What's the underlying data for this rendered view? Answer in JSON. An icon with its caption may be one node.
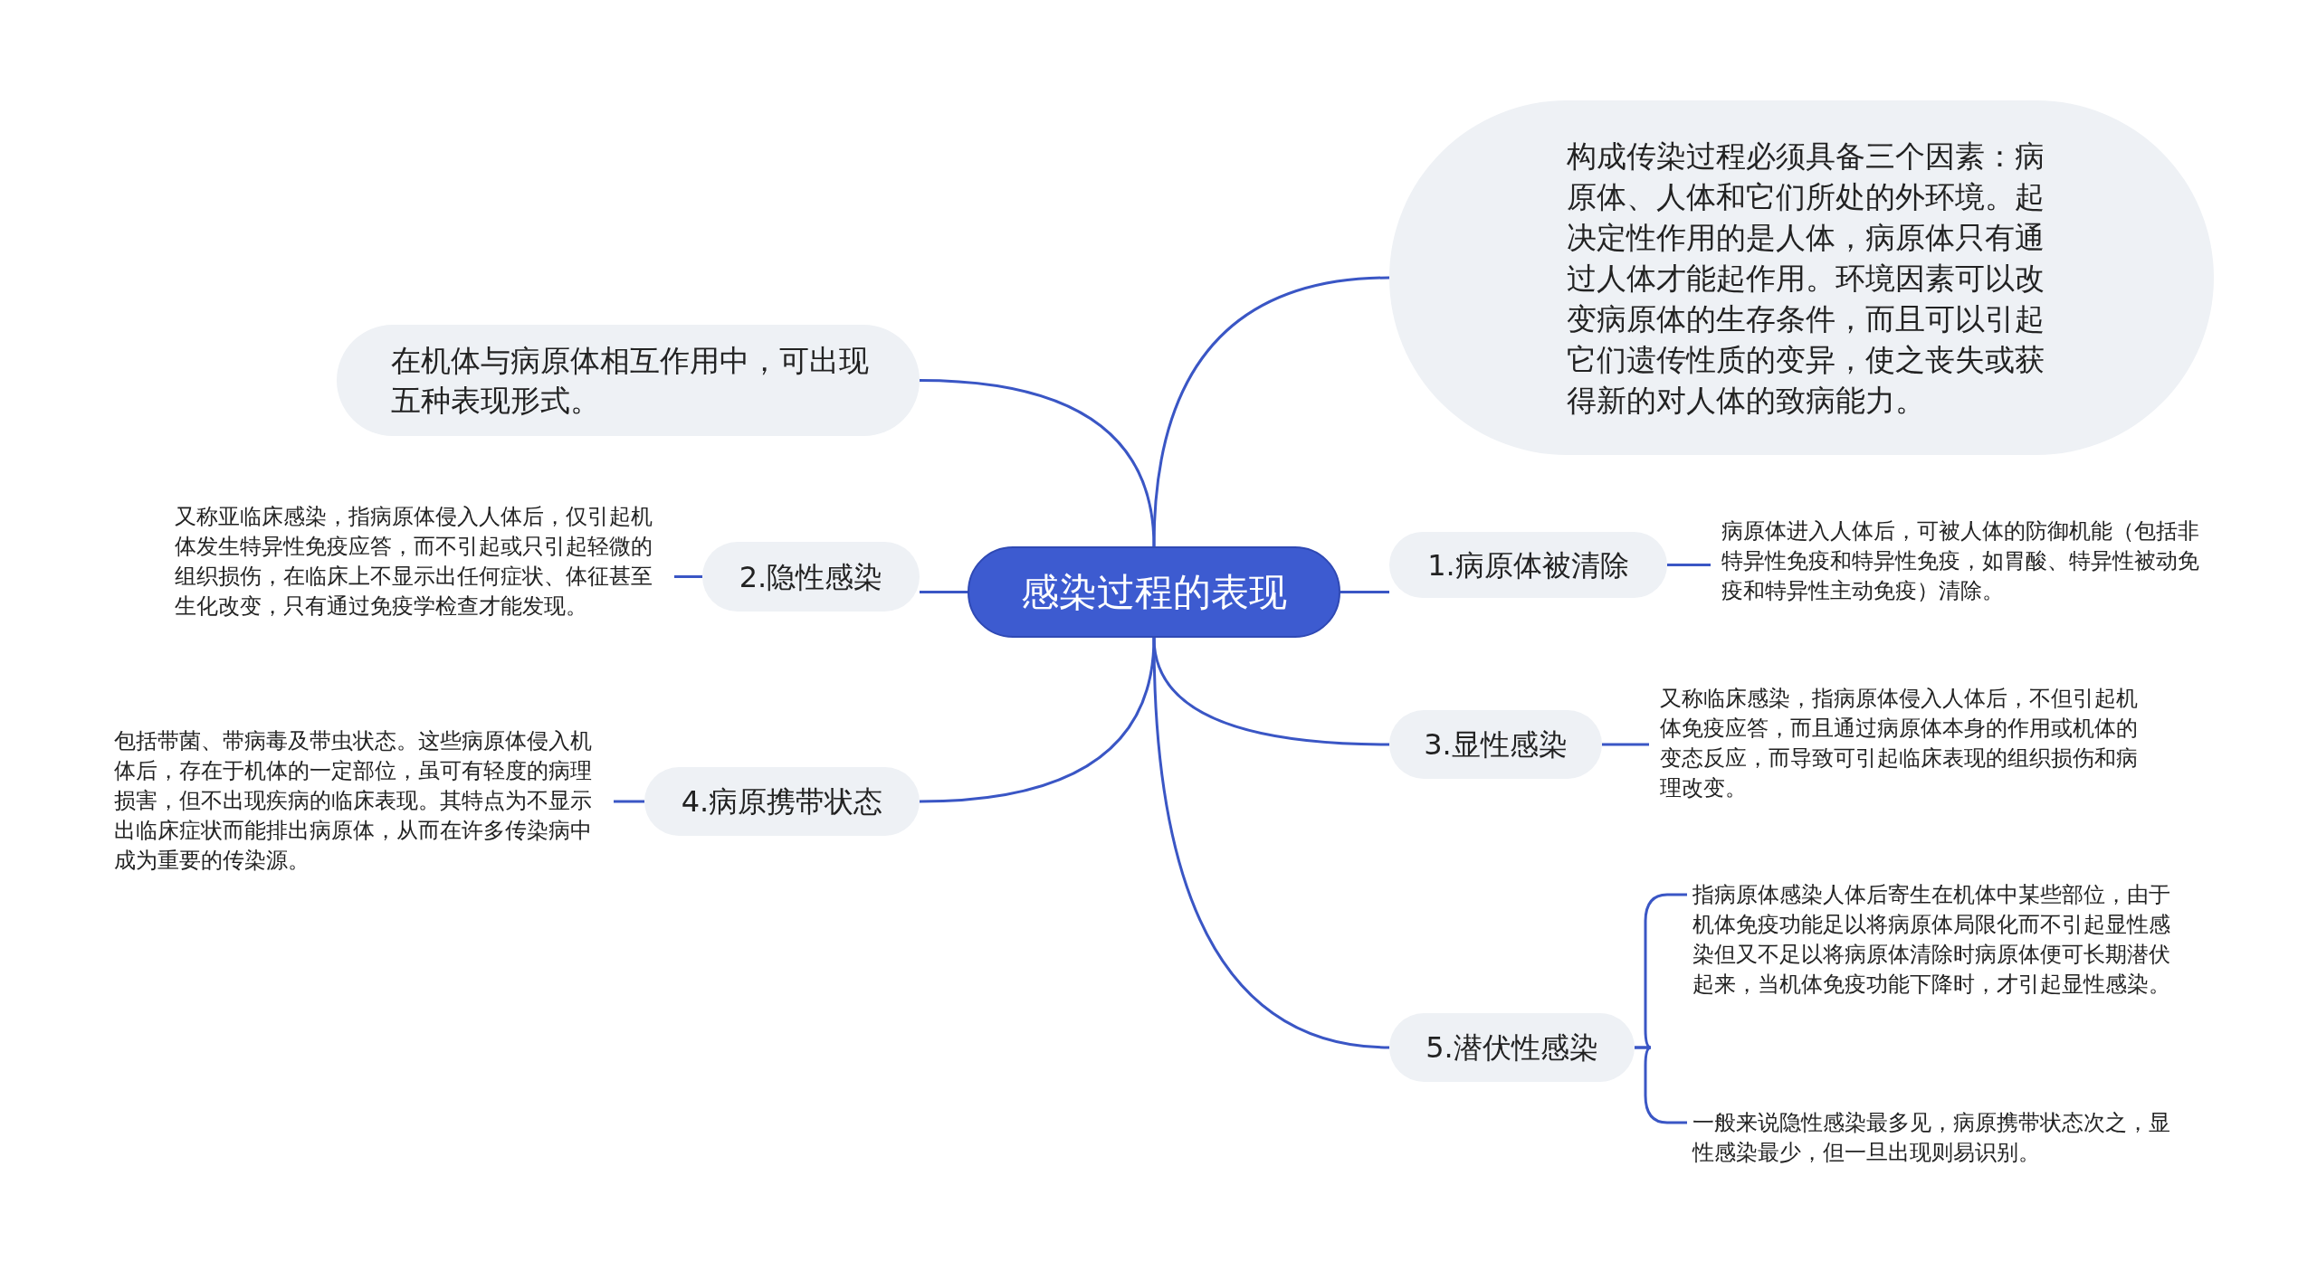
{
  "diagram": {
    "nodes": [
      {
        "text": [
          "感染过程的表现"
        ]
      },
      {
        "text": [
          "构成传染过程必须具备三个因素：病原体、人体和它们所处的外环境。起决定性作用的是人体，病原体只有通过人体才能起作用。环境因素可以改变病原体的生存条件，而且可以引起它们遗传性质的变异，使之丧失或获得新的对人体的致病能力。"
        ]
      },
      {
        "text": [
          "在机体与病原体相互作用中，可出现五种表现形式。"
        ]
      },
      {
        "text": [
          "1.病原体被清除"
        ]
      },
      {
        "text": [
          "病原体进入人体后，可被人体的防御机能（包括非特异性免疫和特异性免疫，如胃酸、特异性被动免疫和特异性主动免疫）清除。"
        ]
      },
      {
        "text": [
          "2.隐性感染"
        ]
      },
      {
        "text": [
          "又称亚临床感染，指病原体侵入人体后，仅引起机体发生特异性免疫应答，而不引起或只引起轻微的组织损伤，在临床上不显示出任何症状、体征甚至生化改变，只有通过免疫学检查才能发现。"
        ]
      },
      {
        "text": [
          "3.显性感染"
        ]
      },
      {
        "text": [
          "又称临床感染，指病原体侵入人体后，不但引起机体免疫应答，而且通过病原体本身的作用或机体的变态反应，而导致可引起临床表现的组织损伤和病理改变。"
        ]
      },
      {
        "text": [
          "4.病原携带状态"
        ]
      },
      {
        "text": [
          "包括带菌、带病毒及带虫状态。这些病原体侵入机体后，存在于机体的一定部位，虽可有轻度的病理损害，但不出现疾病的临床表现。其特点为不显示出临床症状而能排出病原体，从而在许多传染病中成为重要的传染源。"
        ]
      },
      {
        "text": [
          "5.潜伏性感染"
        ]
      },
      {
        "text": [
          "指病原体感染人体后寄生在机体中某些部位，由于机体免疫功能足以将病原体局限化而不引起显性感染但又不足以将病原体清除时病原体便可长期潜伏起来，当机体免疫功能下降时，才引起显性感染。"
        ]
      },
      {
        "text": [
          "一般来说隐性感染最多见，病原携带状态次之，显性感染最少，但一旦出现则易识别。"
        ]
      }
    ],
    "edges": [
      {
        "from": 0,
        "to": 1,
        "arrow": "none"
      },
      {
        "from": 0,
        "to": 2,
        "arrow": "none"
      },
      {
        "from": 0,
        "to": 3,
        "arrow": "none"
      },
      {
        "from": 0,
        "to": 5,
        "arrow": "none"
      },
      {
        "from": 0,
        "to": 7,
        "arrow": "none"
      },
      {
        "from": 0,
        "to": 9,
        "arrow": "none"
      },
      {
        "from": 0,
        "to": 11,
        "arrow": "none"
      },
      {
        "from": 3,
        "to": 4,
        "arrow": "none"
      },
      {
        "from": 5,
        "to": 6,
        "arrow": "none"
      },
      {
        "from": 7,
        "to": 8,
        "arrow": "none"
      },
      {
        "from": 9,
        "to": 10,
        "arrow": "none"
      },
      {
        "from": 11,
        "to": 12,
        "arrow": "none"
      },
      {
        "from": 11,
        "to": 13,
        "arrow": "none"
      }
    ]
  }
}
